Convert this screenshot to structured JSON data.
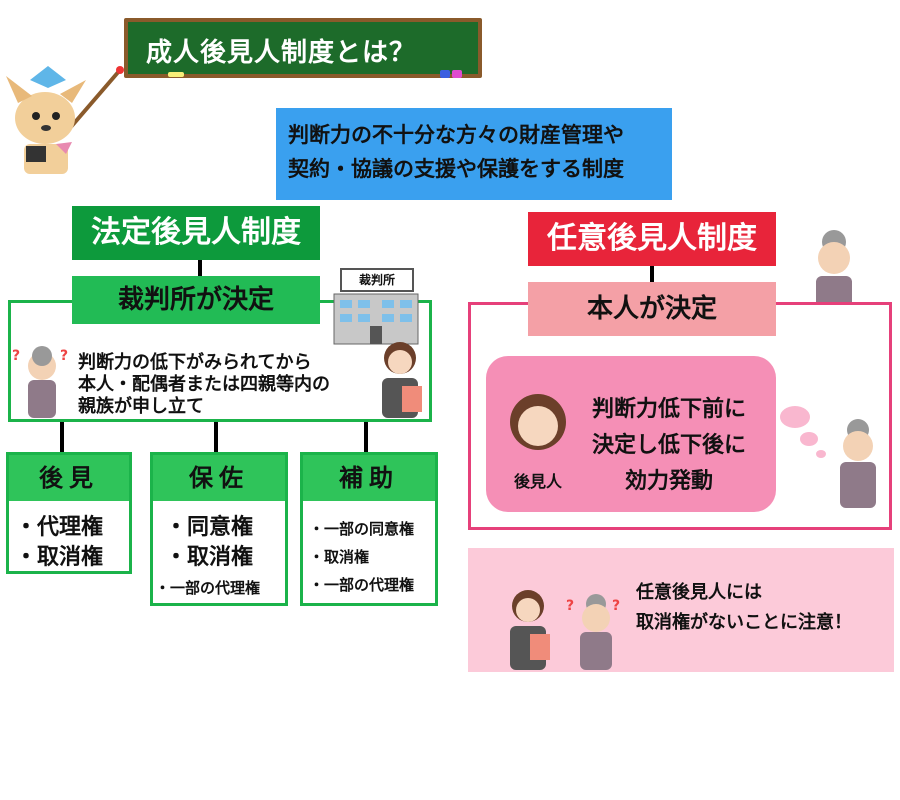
{
  "title": "成人後見人制度とは？",
  "definition": [
    "判断力の不十分な方々の財産管理や",
    "契約・協議の支援や保護をする制度"
  ],
  "legal": {
    "header": "法定後見人制度",
    "decider": "裁判所が決定",
    "court_sign": "裁判所",
    "description": [
      "判断力の低下がみられてから",
      "本人・配偶者または四親等内の",
      "親族が申し立て"
    ],
    "types": [
      {
        "name": "後見",
        "items": [
          "・代理権",
          "・取消権"
        ]
      },
      {
        "name": "保佐",
        "items": [
          "・同意権",
          "・取消権",
          "・一部の代理権"
        ]
      },
      {
        "name": "補助",
        "items": [
          "・一部の同意権",
          "・取消権",
          "・一部の代理権"
        ]
      }
    ]
  },
  "voluntary": {
    "header": "任意後見人制度",
    "decider": "本人が決定",
    "bubble": [
      "判断力低下前に",
      "決定し低下後に",
      "効力発動"
    ],
    "guardian_label": "後見人",
    "note": [
      "任意後見人には",
      "取消権がないことに注意！"
    ]
  },
  "colors": {
    "legal_green": "#0d9a3c",
    "voluntary_red": "#e8243a",
    "definition_blue": "#3aa0ef",
    "note_pink": "#fccad9"
  }
}
